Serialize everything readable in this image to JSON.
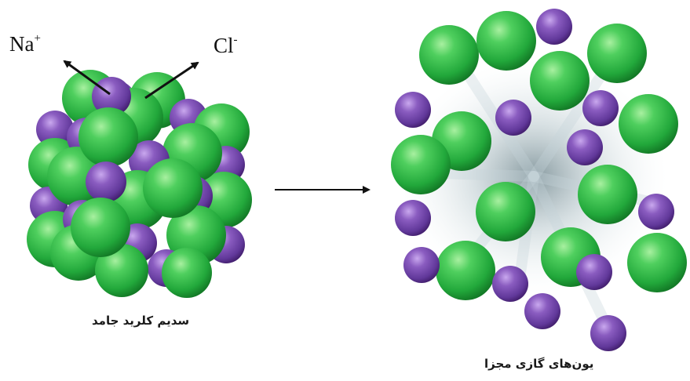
{
  "labels": {
    "sodium": {
      "symbol": "Na",
      "charge": "+"
    },
    "chloride": {
      "symbol": "Cl",
      "charge": "-"
    }
  },
  "captions": {
    "solid": "سدیم کلرید جامد",
    "gas": "یون‌های گازی مجزا"
  },
  "colors": {
    "sodium_ion": "#7b4fae",
    "chloride_ion": "#2fb34a",
    "arrow": "#111111",
    "haze": "#8fa3ab"
  }
}
